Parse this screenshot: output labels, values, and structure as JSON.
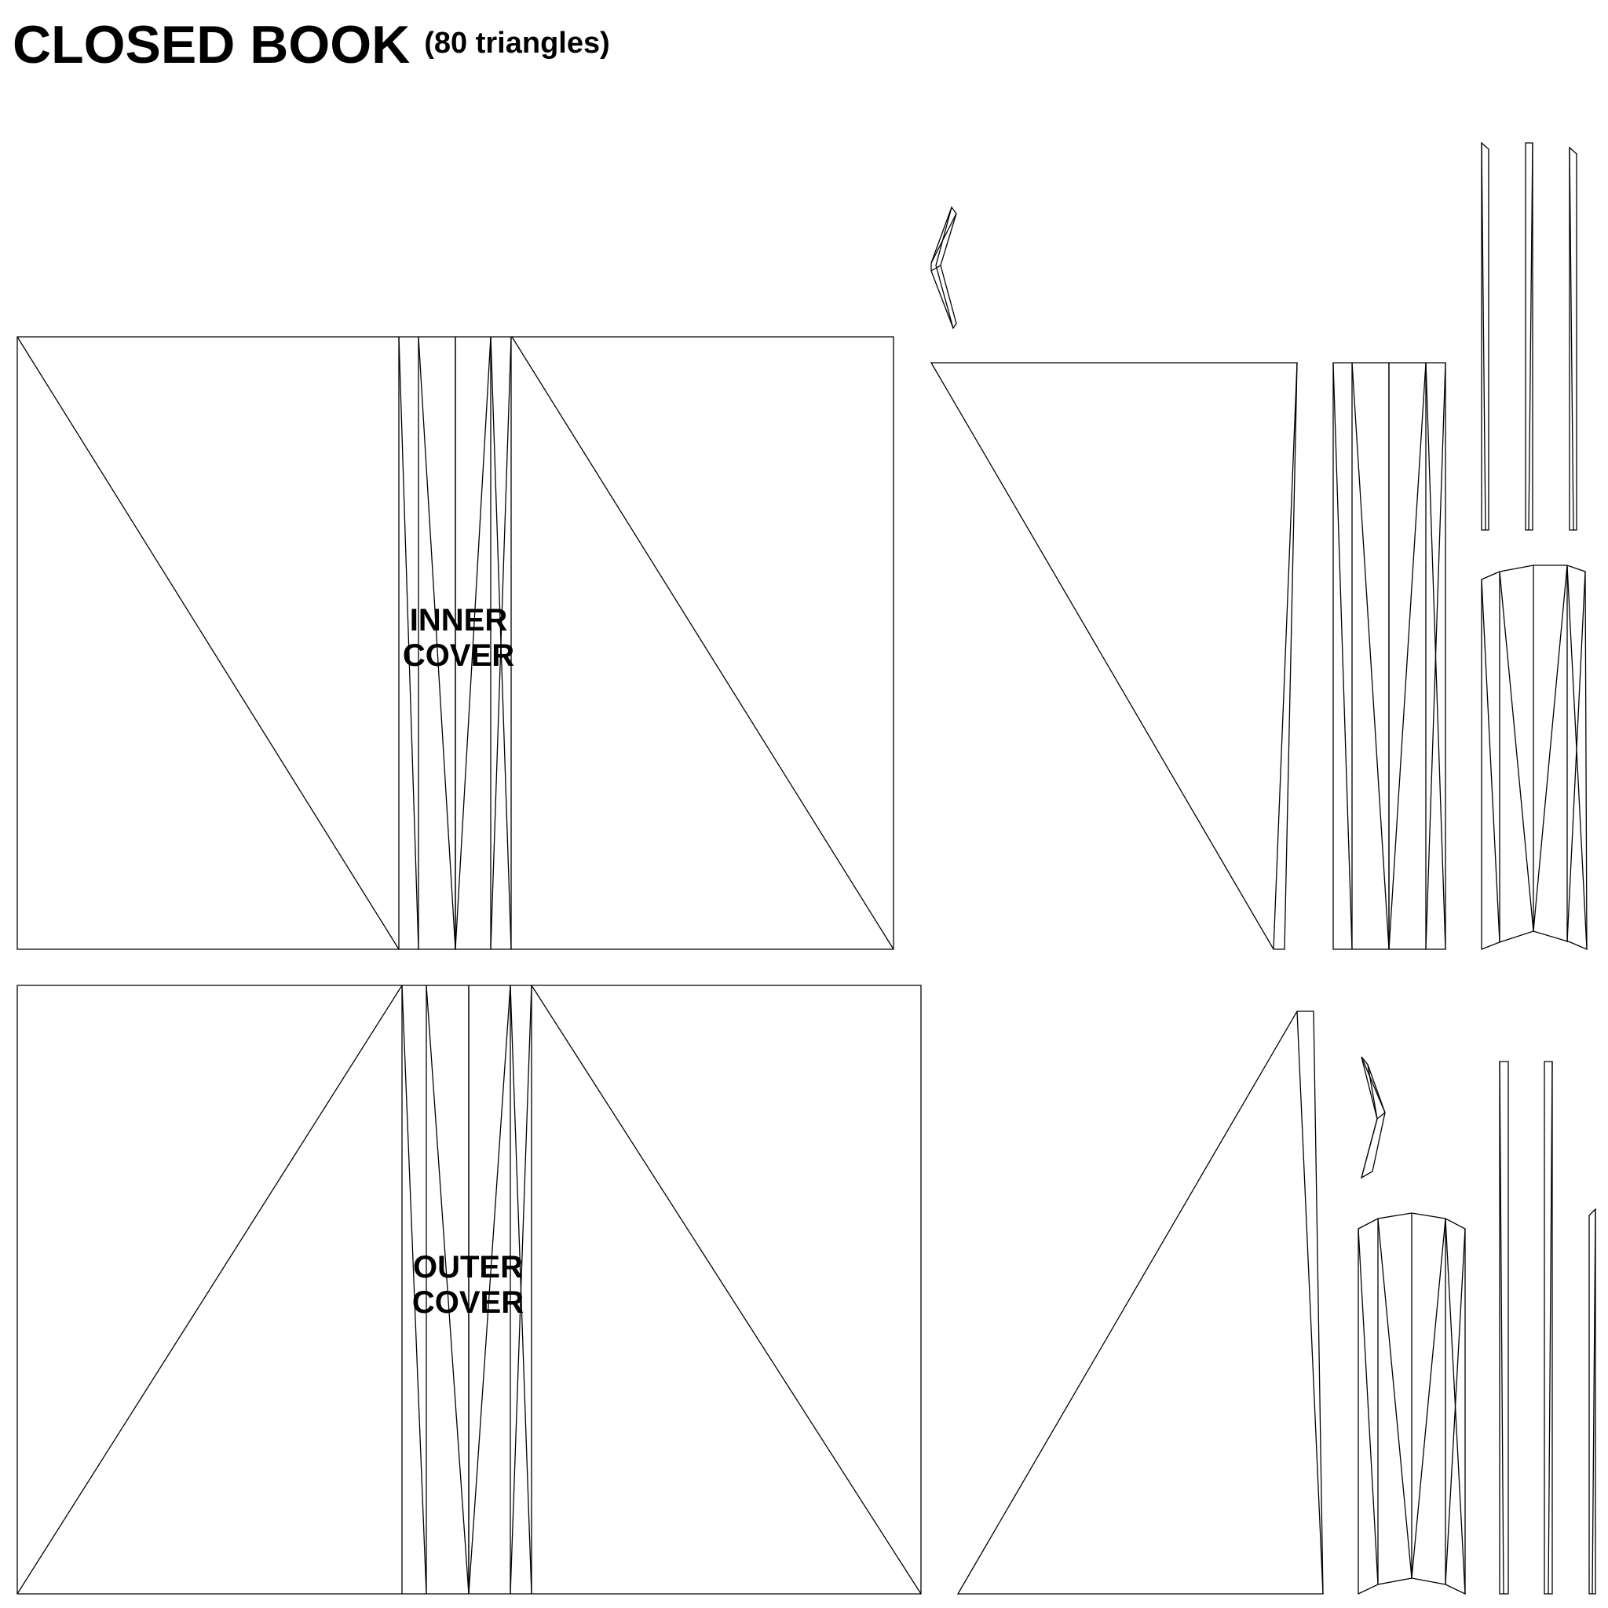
{
  "title": "CLOSED BOOK",
  "subtitle": "(80 triangles)",
  "labels": {
    "inner_cover": [
      "INNER",
      "COVER"
    ],
    "outer_cover": [
      "OUTER",
      "COVER"
    ]
  },
  "colors": {
    "line": "#000000",
    "background": "#ffffff"
  }
}
